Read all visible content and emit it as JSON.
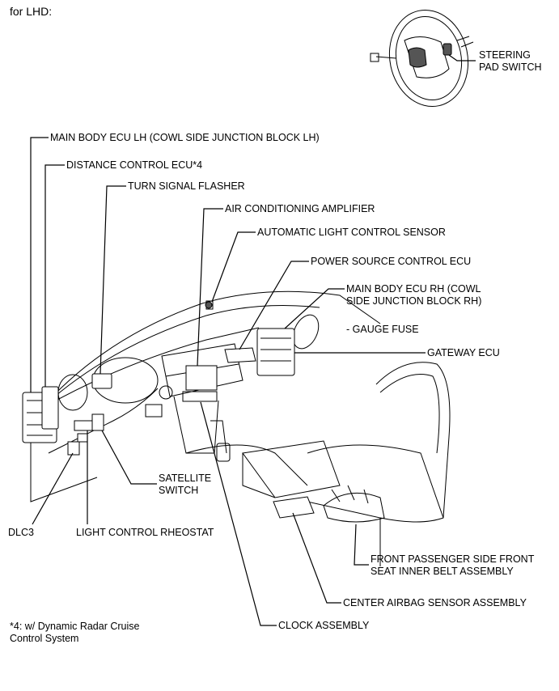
{
  "title": "for LHD:",
  "labels": {
    "steering_pad_switch": [
      "STEERING",
      "PAD SWITCH"
    ],
    "main_body_ecu_lh": "MAIN BODY ECU LH (COWL SIDE JUNCTION BLOCK LH)",
    "distance_control_ecu": "DISTANCE CONTROL ECU*4",
    "turn_signal_flasher": "TURN SIGNAL FLASHER",
    "air_conditioning_amplifier": "AIR CONDITIONING AMPLIFIER",
    "automatic_light_control_sensor": "AUTOMATIC LIGHT CONTROL SENSOR",
    "power_source_control_ecu": "POWER SOURCE CONTROL ECU",
    "main_body_ecu_rh": [
      "MAIN BODY ECU RH (COWL",
      "SIDE JUNCTION BLOCK RH)"
    ],
    "gauge_fuse": "- GAUGE FUSE",
    "gateway_ecu": "GATEWAY ECU",
    "satellite_switch": [
      "SATELLITE",
      "SWITCH"
    ],
    "dlc3": "DLC3",
    "light_control_rheostat": "LIGHT CONTROL RHEOSTAT",
    "front_passenger_belt": [
      "FRONT PASSENGER SIDE FRONT",
      "SEAT INNER BELT ASSEMBLY"
    ],
    "center_airbag_sensor": "CENTER AIRBAG SENSOR ASSEMBLY",
    "clock_assembly": "CLOCK ASSEMBLY"
  },
  "footnote": [
    "*4: w/ Dynamic Radar Cruise",
    "Control System"
  ]
}
